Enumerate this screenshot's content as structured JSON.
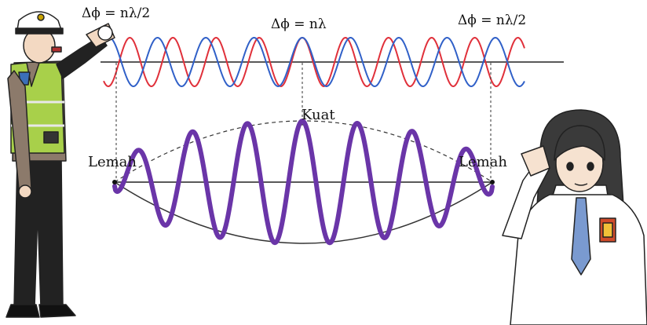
{
  "labels": {
    "phase_left": "Δϕ = nλ/2",
    "phase_center": "Δϕ = nλ",
    "phase_right": "Δϕ = nλ/2",
    "strong": "Kuat",
    "weak_left": "Lemah",
    "weak_right": "Lemah"
  },
  "colors": {
    "wave_red": "#e0303a",
    "wave_blue": "#3060c8",
    "resultant": "#6a35a8",
    "axis": "#222222",
    "envelope": "#333333",
    "police_vest": "#a8d04a",
    "police_shirt": "#8c7a6b",
    "student_tie": "#7a9ad0"
  },
  "icons": {
    "police": "traffic-police-figure",
    "student": "student-girl-figure",
    "whistle": "whistle-icon"
  }
}
